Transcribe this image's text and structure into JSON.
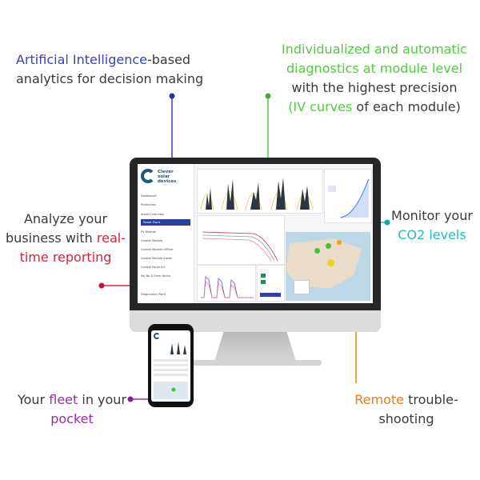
{
  "callouts": {
    "ai": {
      "highlight": "Artificial Intelligence",
      "rest": "-based",
      "line2": "analytics for decision making",
      "color": "#3b3fc2"
    },
    "diag": {
      "line1": "Individualized and automatic",
      "line2": "diagnostics at module level",
      "line3": "with the highest precision",
      "line4_highlight": "(IV curves",
      "line4_rest": " of each module)",
      "color": "#55c845"
    },
    "analyze": {
      "line1": "Analyze your",
      "line2_prefix": "business with ",
      "line2_highlight": "real-",
      "line3_highlight": "time reporting",
      "color": "#d0263e"
    },
    "co2": {
      "line1": "Monitor your",
      "line2": "CO2 levels",
      "color": "#23bfbd"
    },
    "fleet": {
      "prefix": "Your ",
      "highlight1": "fleet",
      "mid": " in your",
      "highlight2": "pocket",
      "color": "#9c2ca6"
    },
    "remote": {
      "highlight": "Remote",
      "rest": " trouble-",
      "line2": "shooting",
      "color": "#ea7a1c"
    }
  },
  "app": {
    "brand": [
      "Clever",
      "solar",
      "devices"
    ],
    "nav": [
      "Dashboard",
      "Production",
      "Install Overview",
      "Power Plant",
      "PV Module",
      "Control Module",
      "Control Module Offline",
      "Control Module Install",
      "Control Panel ILU",
      "Ns_Np & Form factor",
      "Diagnostics Plant"
    ]
  }
}
